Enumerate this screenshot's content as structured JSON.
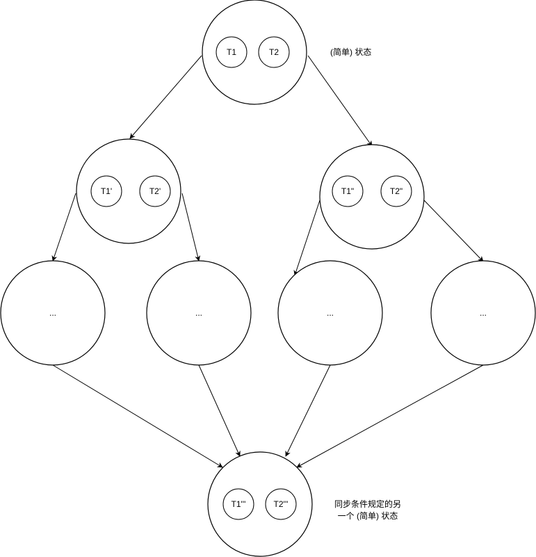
{
  "states": {
    "root": {
      "t1": "T1",
      "t2": "T2"
    },
    "left": {
      "t1": "T1'",
      "t2": "T2'"
    },
    "right": {
      "t1": "T1\"",
      "t2": "T2\""
    },
    "final": {
      "t1": "T1'''",
      "t2": "T2'''"
    }
  },
  "ellipsis": "...",
  "notes": {
    "top": "(简单) 状态",
    "bottom_line1": "同步条件规定的另",
    "bottom_line2": "一个 (简单) 状态"
  }
}
